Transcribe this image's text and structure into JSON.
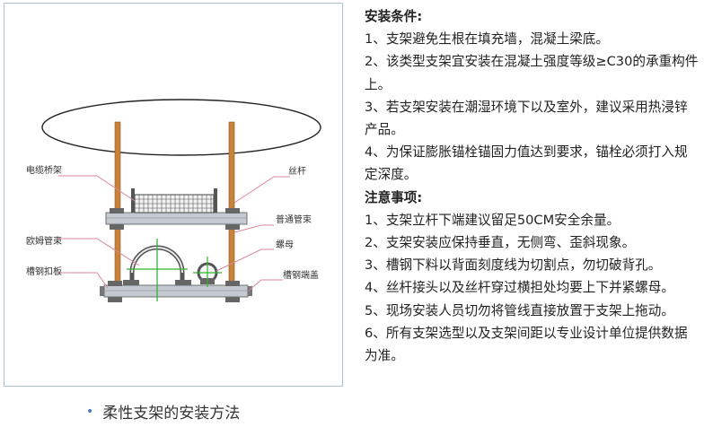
{
  "figure": {
    "labels": {
      "cable_tray": "电缆桥架",
      "threaded_rod": "丝杆",
      "normal_clamp": "普通管束",
      "omega_clamp": "欧姆管束",
      "nut": "螺母",
      "channel_plate": "槽钢扣板",
      "channel_cap": "槽钢端盖"
    },
    "colors": {
      "rod": "#c8823a",
      "channel": "#9aa3ab",
      "marker": "#33b233",
      "leader": "#d9869a"
    }
  },
  "caption": {
    "bullet": "•",
    "text": "柔性支架的安装方法"
  },
  "installation": {
    "heading": "安装条件:",
    "items": [
      "1、支架避免生根在填充墙，混凝土梁底。",
      "2、该类型支架宜安装在混凝土强度等级≥C30的承重构件上。",
      "3、若支架安装在潮湿环境下以及室外，建议采用热浸锌产品。",
      "4、为保证膨胀锚栓锚固力值达到要求，锚栓必须打入规定深度。"
    ]
  },
  "notes": {
    "heading": "注意事项:",
    "items": [
      "1、支架立杆下端建议留足50CM安全余量。",
      "2、支架安装应保持垂直，无侧弯、歪斜现象。",
      "3、槽钢下料以背面刻度线为切割点，勿切破背孔。",
      "4、丝杆接头以及丝杆穿过横担处均要上下并紧螺母。",
      "5、现场安装人员切勿将管线直接放置于支架上拖动。",
      "6、所有支架选型以及支架间距以专业设计单位提供数据为准。"
    ]
  }
}
